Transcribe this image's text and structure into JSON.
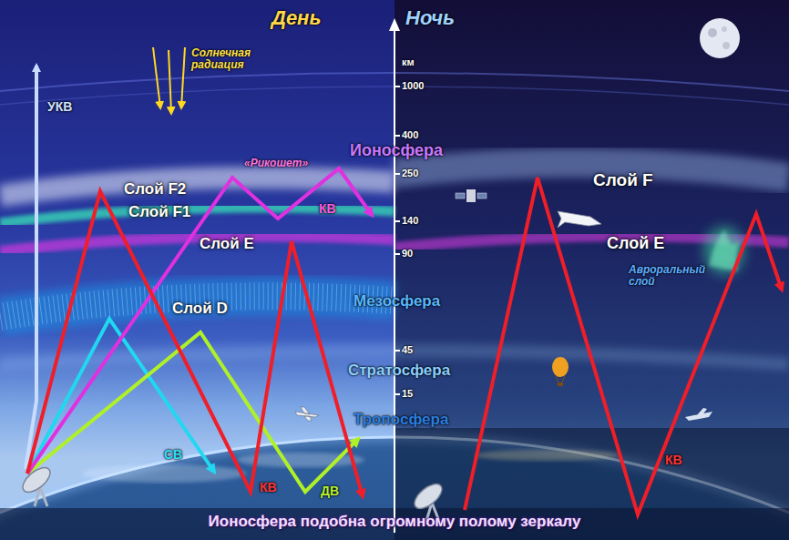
{
  "diagram": {
    "caption": "Ионосфера подобна огромному полому зеркалу",
    "nodes": [
      {
        "text": [
          "Слой F2"
        ]
      },
      {
        "text": [
          "Слой F1"
        ]
      },
      {
        "text": [
          "Слой E"
        ]
      },
      {
        "text": [
          "Слой D"
        ]
      },
      {
        "text": [
          "Слой F"
        ]
      },
      {
        "text": [
          "Слой E"
        ]
      }
    ],
    "labels": [
      "День",
      "Ночь",
      "Солнечная радиация",
      "УКВ",
      "км",
      "1000",
      "400",
      "250",
      "140",
      "90",
      "45",
      "15",
      "Ионосфера",
      "Мезосфера",
      "Стратосфера",
      "Тропосфера",
      "«Рикошет»",
      "КВ",
      "СВ",
      "КВ",
      "ДВ",
      "КВ",
      "Авроральный слой"
    ]
  }
}
